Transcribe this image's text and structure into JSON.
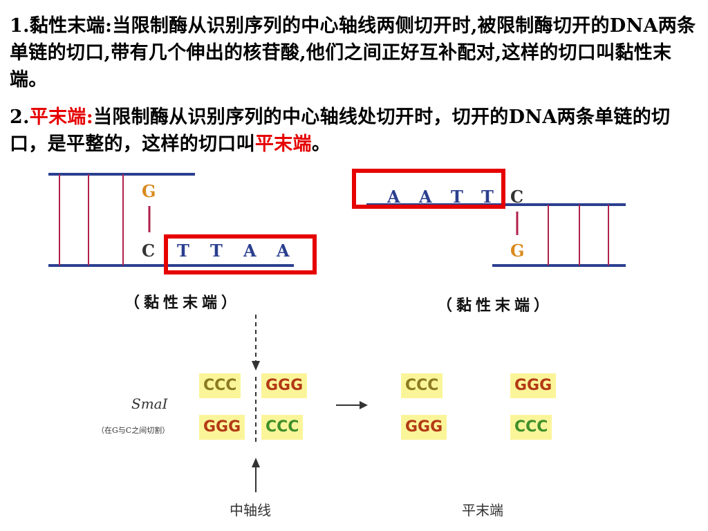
{
  "text": {
    "para1": "1.黏性末端:当限制酶从识别序列的中心轴线两侧切开时,被限制酶切开的DNA两条单链的切口,带有几个伸出的核苷酸,他们之间正好互补配对,这样的切口叫黏性末端。",
    "para2_prefix": "2.",
    "para2_term": "平末端:",
    "para2_body": "当限制酶从识别序列的中心轴线处切开时，切开的DNA两条单链的切口，是平整的，这样的切口叫",
    "para2_term_end": "平末端",
    "para2_end": "。"
  },
  "sticky_left": {
    "top_base": "G",
    "bottom_base": "C",
    "overhang": [
      "T",
      "T",
      "A",
      "A"
    ],
    "caption": "（黏性末端）"
  },
  "sticky_right": {
    "overhang": [
      "A",
      "A",
      "T",
      "T"
    ],
    "top_base": "C",
    "bottom_base": "G",
    "caption": "（黏性末端）"
  },
  "blunt": {
    "enzyme": "SmaI",
    "enzyme_note": "（在G与C之间切割）",
    "before_top_left": "CCC",
    "before_top_right": "GGG",
    "before_bottom_left": "GGG",
    "before_bottom_right": "CCC",
    "after_top_left": "CCC",
    "after_top_right": "GGG",
    "after_bottom_left": "GGG",
    "after_bottom_right": "CCC",
    "axis_label": "中轴线",
    "result_label": "平末端"
  },
  "colors": {
    "highlight_red": "#e60000",
    "strand_blue": "#2b3f8f",
    "rung_crimson": "#b0204a",
    "base_orange": "#d98a1e",
    "seq_bg": "#fbf59a"
  }
}
